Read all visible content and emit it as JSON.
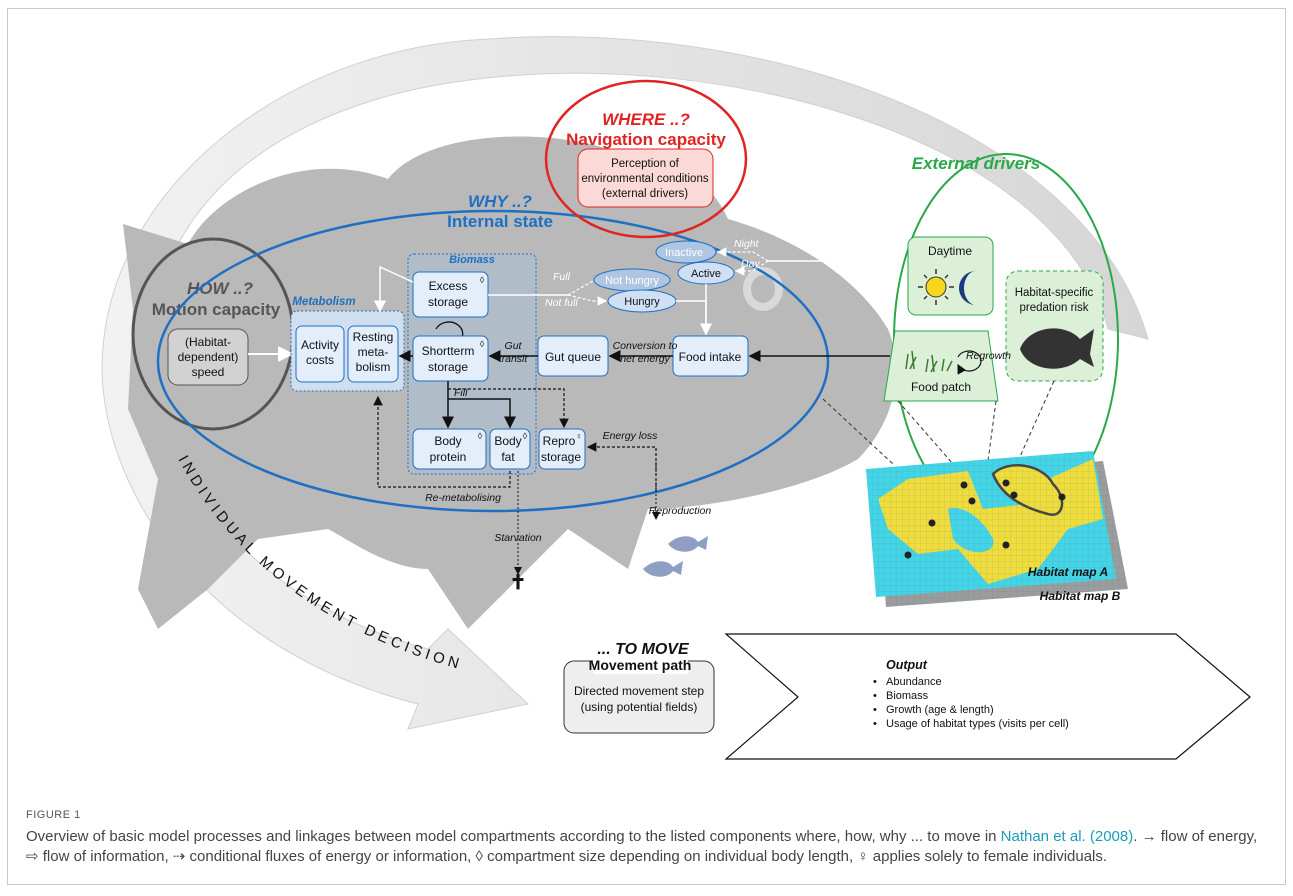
{
  "figure": {
    "where_title": "WHERE ..?",
    "navigation_label": "Navigation capacity",
    "perception_lines": [
      "Perception of",
      "environmental conditions",
      "(external drivers)"
    ],
    "why_title": "WHY ..?",
    "internal_state_label": "Internal state",
    "how_title": "HOW ..?",
    "motion_label": "Motion capacity",
    "speed_lines": [
      "(Habitat-",
      "dependent)",
      "speed"
    ],
    "metabolism_label": "Metabolism",
    "activity_lines": [
      "Activity",
      "costs"
    ],
    "resting_lines": [
      "Resting",
      "meta-",
      "bolism"
    ],
    "biomass_label": "Biomass",
    "excess_lines": [
      "Excess",
      "storage"
    ],
    "shortterm_lines": [
      "Shortterm",
      "storage"
    ],
    "protein_lines": [
      "Body",
      "protein"
    ],
    "fat_lines": [
      "Body",
      "fat"
    ],
    "repro_lines": [
      "Repro",
      "storage"
    ],
    "gut_queue": "Gut queue",
    "food_intake": "Food intake",
    "conversion_lines": [
      "Conversion to",
      "net energy"
    ],
    "gut_transit_lines": [
      "Gut",
      "transit"
    ],
    "fill_label": "Fill",
    "full_label": "Full",
    "not_full_label": "Not full",
    "not_hungry": "Not hungry",
    "hungry": "Hungry",
    "inactive": "Inactive",
    "active": "Active",
    "night": "Night",
    "day": "Day",
    "energy_loss": "Energy loss",
    "re_metabolising": "Re-metabolising",
    "starvation": "Starvation",
    "reproduction": "Reproduction",
    "external_title": "External drivers",
    "daytime": "Daytime",
    "predation_lines": [
      "Habitat-specific",
      "predation risk"
    ],
    "regrowth": "Regrowth",
    "food_patch": "Food patch",
    "map_a": "Habitat map A",
    "map_b": "Habitat map B",
    "decision_arc": "INDIVIDUAL MOVEMENT DECISION",
    "to_move_title": "... TO MOVE",
    "movement_path": "Movement path",
    "directed_lines": [
      "Directed movement step",
      "(using potential fields)"
    ],
    "output_title": "Output",
    "output_items": [
      "Abundance",
      "Biomass",
      "Growth (age & length)",
      "Usage of habitat types (visits per cell)"
    ],
    "diamond": "◊",
    "female": "♀",
    "cross": "✝"
  },
  "caption": {
    "label": "FIGURE 1",
    "text_a": "Overview of basic model processes and linkages between model compartments according to the listed components where, how, why ... to move in ",
    "link": "Nathan et al. (2008)",
    "text_b": ". → flow of energy, ⇨ flow of information, ⇢ conditional fluxes of energy or information, ◊ compartment size depending on individual body length, ♀ applies solely to female individuals."
  },
  "colors": {
    "red": "#e02424",
    "blue": "#1f6fc2",
    "green": "#2aa84a",
    "fish": "#b9b9b9",
    "box_fill": "#dbe8f6",
    "map_cyan": "#45d3e6",
    "map_yellow": "#f1dc3c"
  }
}
